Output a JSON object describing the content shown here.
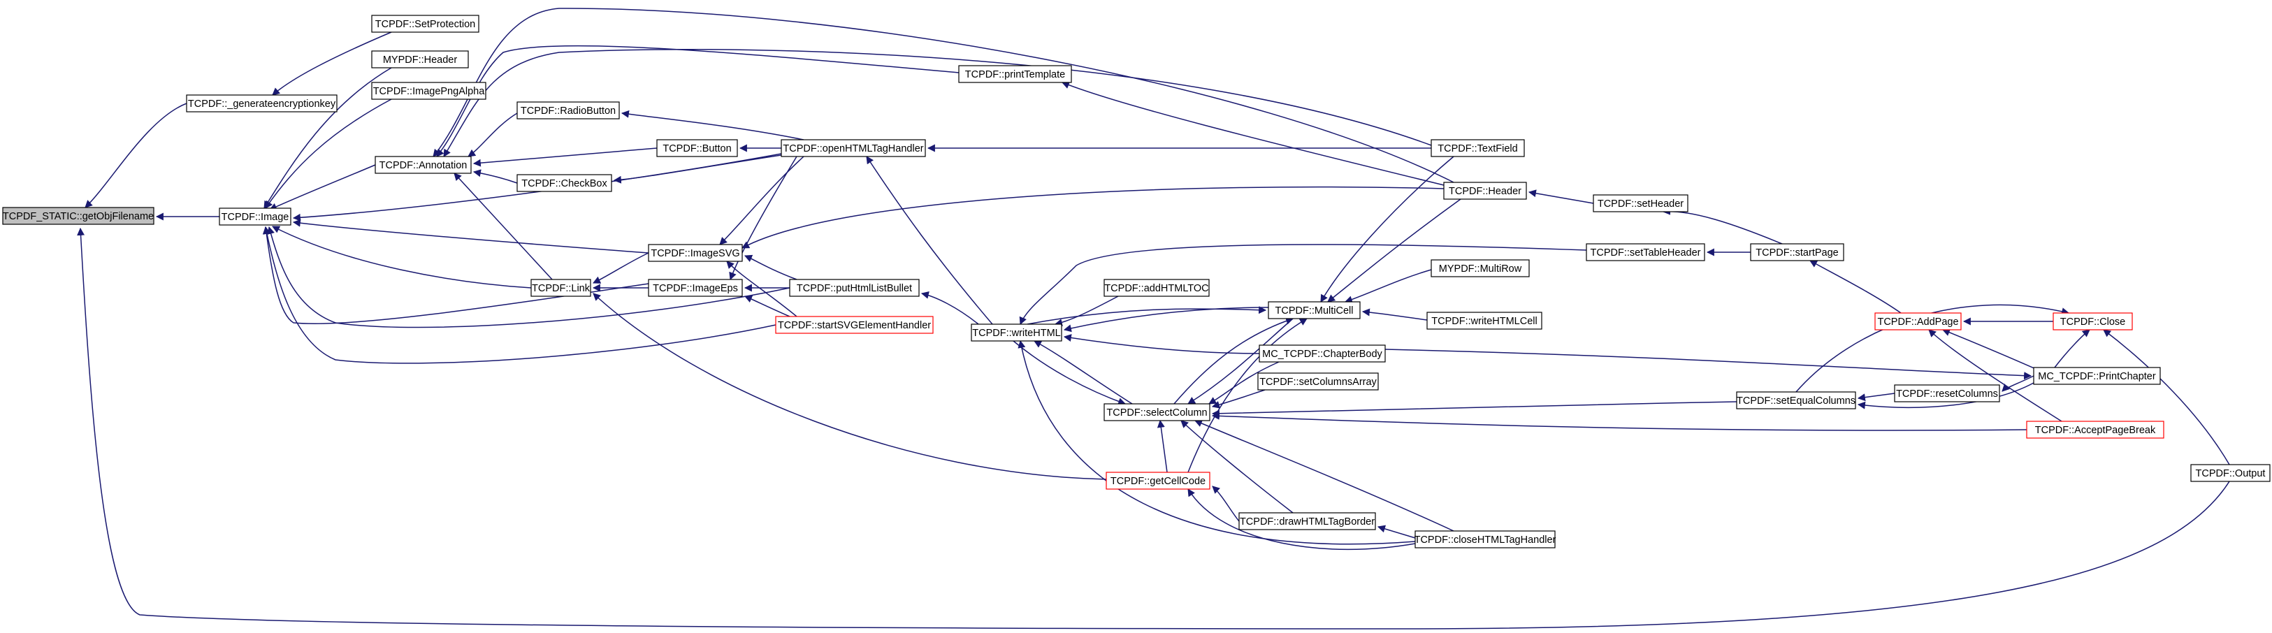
{
  "colors": {
    "edge": "#191970",
    "node_border": "#000000",
    "node_border_truncated": "#ff0000",
    "root_fill": "#bfbfbf",
    "node_fill": "#ffffff",
    "text": "#000000",
    "background": "#ffffff"
  },
  "graph": {
    "nodes": [
      {
        "id": "root",
        "label": "TCPDF_STATIC::getObjFilename",
        "root": true
      },
      {
        "id": "genkey",
        "label": "TCPDF::_generateencryptionkey"
      },
      {
        "id": "setprot",
        "label": "TCPDF::SetProtection"
      },
      {
        "id": "image",
        "label": "TCPDF::Image"
      },
      {
        "id": "myheader",
        "label": "MYPDF::Header"
      },
      {
        "id": "pngalpha",
        "label": "TCPDF::ImagePngAlpha"
      },
      {
        "id": "annotation",
        "label": "TCPDF::Annotation"
      },
      {
        "id": "radio",
        "label": "TCPDF::RadioButton"
      },
      {
        "id": "button",
        "label": "TCPDF::Button"
      },
      {
        "id": "checkbox",
        "label": "TCPDF::CheckBox"
      },
      {
        "id": "link",
        "label": "TCPDF::Link"
      },
      {
        "id": "imagesvg",
        "label": "TCPDF::ImageSVG"
      },
      {
        "id": "imageeps",
        "label": "TCPDF::ImageEps"
      },
      {
        "id": "opentag",
        "label": "TCPDF::openHTMLTagHandler"
      },
      {
        "id": "listbullet",
        "label": "TCPDF::putHtmlListBullet"
      },
      {
        "id": "svghandler",
        "label": "TCPDF::startSVGElementHandler",
        "truncated": true
      },
      {
        "id": "printtpl",
        "label": "TCPDF::printTemplate"
      },
      {
        "id": "writehtml",
        "label": "TCPDF::writeHTML"
      },
      {
        "id": "addtoc",
        "label": "TCPDF::addHTMLTOC"
      },
      {
        "id": "multicell",
        "label": "TCPDF::MultiCell"
      },
      {
        "id": "chapterbody",
        "label": "MC_TCPDF::ChapterBody"
      },
      {
        "id": "setcolarr",
        "label": "TCPDF::setColumnsArray"
      },
      {
        "id": "selectcol",
        "label": "TCPDF::selectColumn"
      },
      {
        "id": "getcellcode",
        "label": "TCPDF::getCellCode",
        "truncated": true
      },
      {
        "id": "drawborder",
        "label": "TCPDF::drawHTMLTagBorder"
      },
      {
        "id": "closetag",
        "label": "TCPDF::closeHTMLTagHandler"
      },
      {
        "id": "textfield",
        "label": "TCPDF::TextField"
      },
      {
        "id": "header",
        "label": "TCPDF::Header"
      },
      {
        "id": "mymultirow",
        "label": "MYPDF::MultiRow"
      },
      {
        "id": "writecell",
        "label": "TCPDF::writeHTMLCell"
      },
      {
        "id": "setheader",
        "label": "TCPDF::setHeader"
      },
      {
        "id": "settblhdr",
        "label": "TCPDF::setTableHeader"
      },
      {
        "id": "startpage",
        "label": "TCPDF::startPage"
      },
      {
        "id": "addpage",
        "label": "TCPDF::AddPage",
        "truncated": true
      },
      {
        "id": "close",
        "label": "TCPDF::Close",
        "truncated": true
      },
      {
        "id": "seteqcols",
        "label": "TCPDF::setEqualColumns"
      },
      {
        "id": "resetcols",
        "label": "TCPDF::resetColumns"
      },
      {
        "id": "printchapter",
        "label": "MC_TCPDF::PrintChapter"
      },
      {
        "id": "acceptbreak",
        "label": "TCPDF::AcceptPageBreak",
        "truncated": true
      },
      {
        "id": "output",
        "label": "TCPDF::Output"
      }
    ]
  }
}
